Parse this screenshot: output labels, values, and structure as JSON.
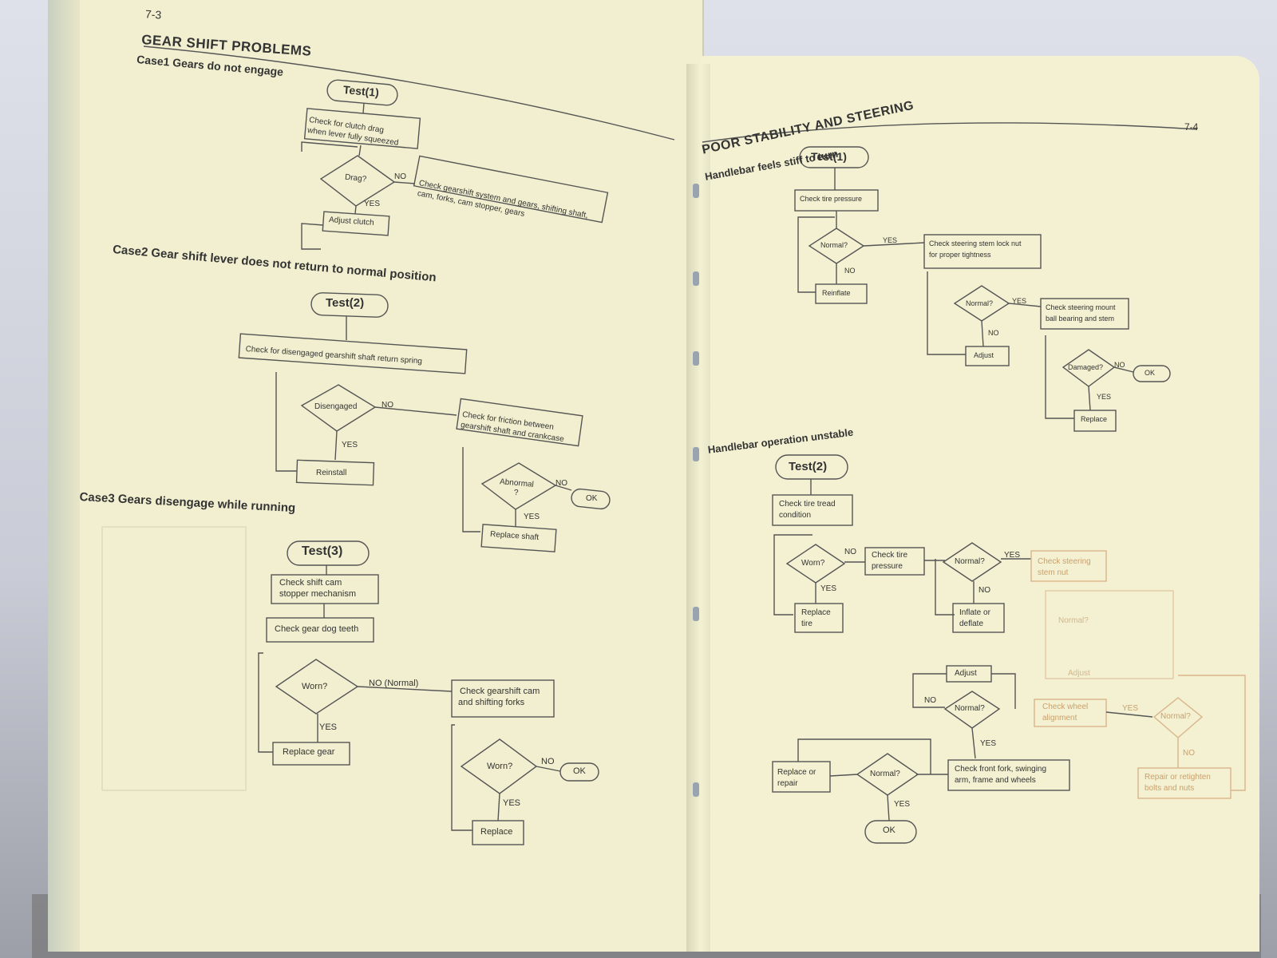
{
  "left_page": {
    "page_number": "7-3",
    "title": "GEAR SHIFT PROBLEMS",
    "case1": {
      "heading": "Case1  Gears do not engage",
      "test": "Test(1)",
      "check_drag_1": "Check for clutch drag",
      "check_drag_2": "when lever fully squeezed",
      "drag_q": "Drag?",
      "no": "NO",
      "yes": "YES",
      "check_gearshift_1": "Check gearshift system and gears, shifting shaft,",
      "check_gearshift_2": "cam, forks, cam stopper, gears",
      "adjust_clutch": "Adjust clutch"
    },
    "case2": {
      "heading": "Case2  Gear shift lever does not return to normal position",
      "test": "Test(2)",
      "check_spring": "Check for disengaged gearshift shaft return spring",
      "disengaged_q": "Disengaged",
      "no": "NO",
      "yes": "YES",
      "reinstall": "Reinstall",
      "check_friction_1": "Check for friction between",
      "check_friction_2": "gearshift shaft and crankcase",
      "abnormal_q_1": "Abnormal",
      "abnormal_q_2": "?",
      "no2": "NO",
      "ok": "OK",
      "yes2": "YES",
      "replace_shaft": "Replace shaft"
    },
    "case3": {
      "heading": "Case3  Gears disengage while running",
      "test": "Test(3)",
      "check_cam_1": "Check shift cam",
      "check_cam_2": "stopper mechanism",
      "check_dog": "Check gear dog teeth",
      "worn_q": "Worn?",
      "no_normal": "NO (Normal)",
      "yes": "YES",
      "replace_gear": "Replace gear",
      "check_forks_1": "Check gearshift cam",
      "check_forks_2": "and shifting forks",
      "worn_q2": "Worn?",
      "no2": "NO",
      "ok": "OK",
      "yes2": "YES",
      "replace": "Replace"
    }
  },
  "right_page": {
    "page_number": "7-4",
    "title": "POOR STABILITY AND STEERING",
    "section1": {
      "heading": "Handlebar feels stiff to turn",
      "test": "Test(1)",
      "check_tire": "Check tire pressure",
      "normal_q": "Normal?",
      "yes": "YES",
      "no": "NO",
      "reinflate": "Reinflate",
      "check_lock_1": "Check steering stem lock nut",
      "check_lock_2": "for proper tightness",
      "normal_q2": "Normal?",
      "yes2": "YES",
      "no2": "NO",
      "adjust": "Adjust",
      "check_mount_1": "Check steering mount",
      "check_mount_2": "ball bearing and stem",
      "damaged_q": "Damaged?",
      "no3": "NO",
      "ok": "OK",
      "yes3": "YES",
      "replace": "Replace"
    },
    "section2": {
      "heading": "Handlebar operation unstable",
      "test": "Test(2)",
      "check_tread_1": "Check tire tread",
      "check_tread_2": "condition",
      "worn_q": "Worn?",
      "no": "NO",
      "yes": "YES",
      "replace_tire_1": "Replace",
      "replace_tire_2": "tire",
      "check_pressure_1": "Check tire",
      "check_pressure_2": "pressure",
      "normal_q": "Normal?",
      "yes2": "YES",
      "no2": "NO",
      "inflate_1": "Inflate or",
      "inflate_2": "deflate",
      "check_stem_1": "Check steering",
      "check_stem_2": "stem nut",
      "normal_q3": "Normal?",
      "adjust_small": "Adjust",
      "adjust": "Adjust",
      "no3": "NO",
      "normal_q4": "Normal?",
      "yes4": "YES",
      "check_wheel_1": "Check wheel",
      "check_wheel_2": "alignment",
      "yes5": "YES",
      "normal_q5": "Normal?",
      "no5": "NO",
      "repair_bolts_1": "Repair or retighten",
      "repair_bolts_2": "bolts and nuts",
      "replace_repair_1": "Replace or",
      "replace_repair_2": "repair",
      "normal_q6": "Normal?",
      "check_fork_1": "Check front fork, swinging",
      "check_fork_2": "arm, frame and wheels",
      "yes6": "YES",
      "ok": "OK"
    }
  }
}
